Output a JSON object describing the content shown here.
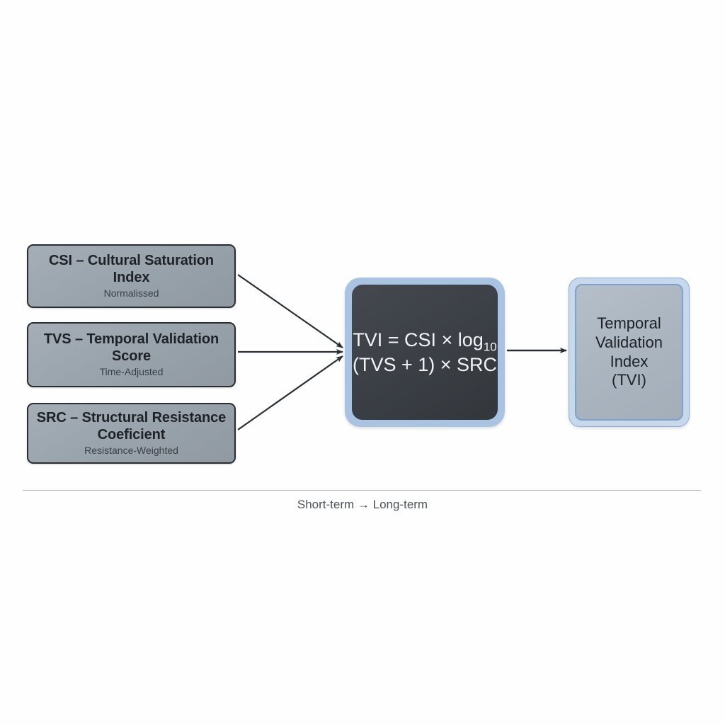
{
  "diagram": {
    "title_text_visible": false,
    "background_color": "#fefefe",
    "accent_blue": "#a9c3e2",
    "node_grey": "#9aa4ac",
    "formula_dark": "#3b4046",
    "arrow_color": "#2b2f33"
  },
  "inputs": [
    {
      "id": "csi",
      "title": "CSI – Cultural Saturation Index",
      "subtitle": "Normalissed"
    },
    {
      "id": "tvs",
      "title": "TVS – Temporal Validation Score",
      "subtitle": "Time-Adjusted"
    },
    {
      "id": "src",
      "title": "SRC – Structural Resistance Coeficient",
      "subtitle": "Resistance-Weighted"
    }
  ],
  "formula": {
    "line1_prefix": "TVI = CSI × log",
    "line1_subscript": "10",
    "line2": "(TVS + 1) × SRC"
  },
  "output": {
    "line1": "Temporal",
    "line2": "Validation",
    "line3": "Index",
    "line4": "(TVI)"
  },
  "footer": {
    "caption": "Short-term → Long-term"
  }
}
